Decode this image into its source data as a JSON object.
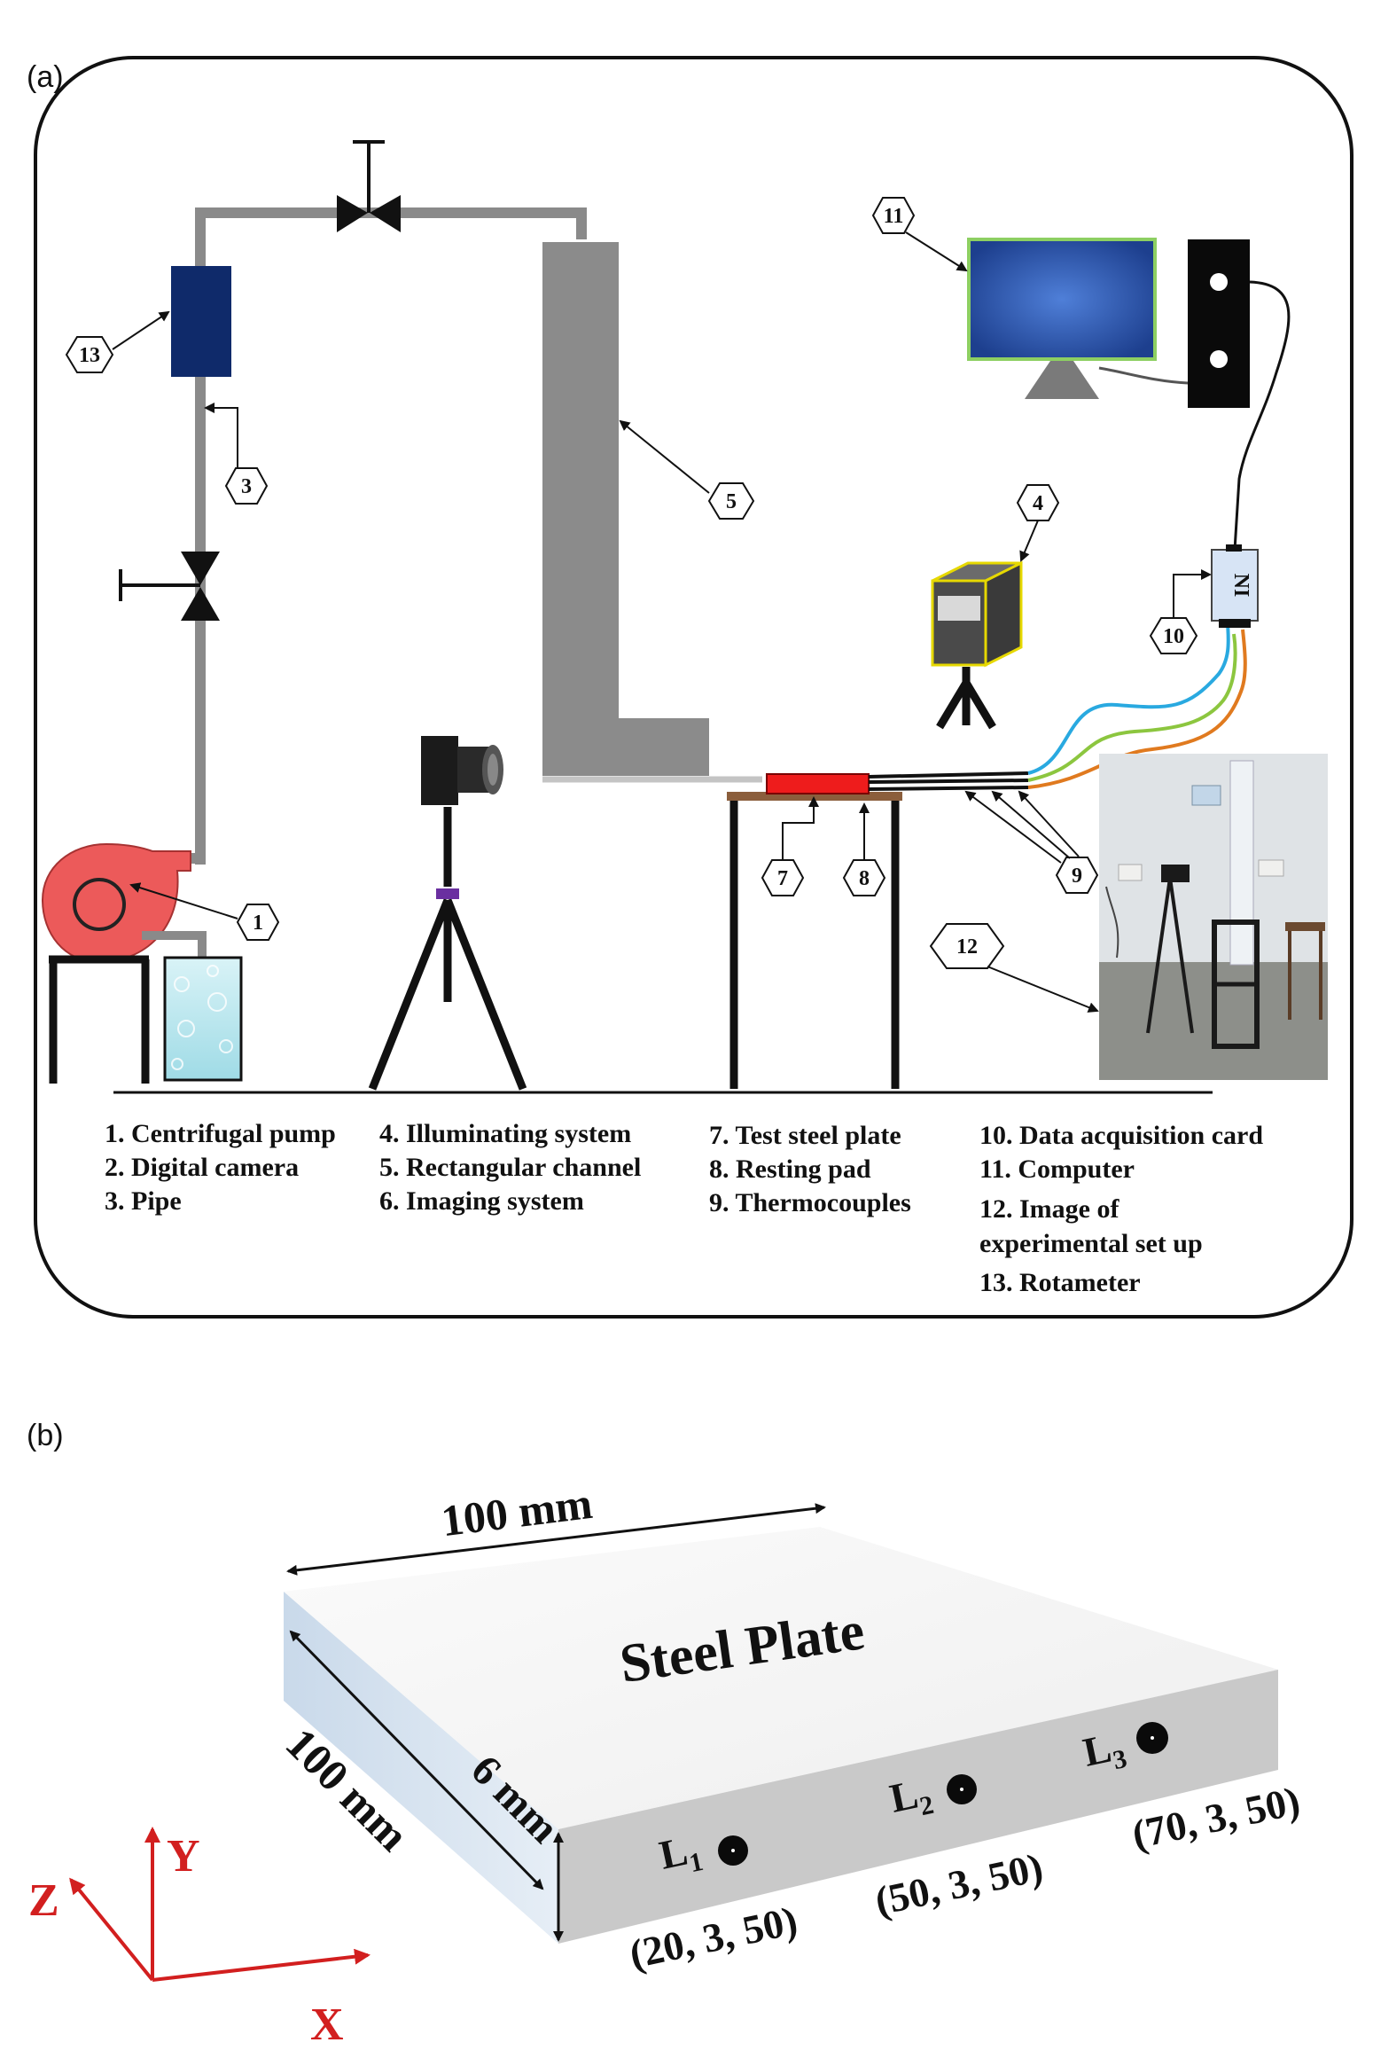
{
  "panel_a": {
    "label": "(a)",
    "callouts": [
      "1",
      "3",
      "4",
      "5",
      "7",
      "8",
      "9",
      "10",
      "11",
      "12",
      "13"
    ],
    "daq_label": "NI",
    "legend": {
      "col1": [
        "1. Centrifugal  pump",
        "2. Digital camera",
        "3. Pipe"
      ],
      "col2": [
        "4. Illuminating system",
        "5. Rectangular channel",
        "6. Imaging system"
      ],
      "col3": [
        "7. Test steel plate",
        "8. Resting pad",
        "9. Thermocouples"
      ],
      "col4": [
        "10. Data acquisition card",
        "11. Computer",
        "12. Image of",
        "experimental set up",
        "13. Rotameter"
      ]
    }
  },
  "panel_b": {
    "label": "(b)",
    "plate_title": "Steel Plate",
    "length_label": "100 mm",
    "width_label": "100 mm",
    "thickness_label": "6 mm",
    "points": [
      {
        "label": "L",
        "sub": "1",
        "coords": "(20, 3, 50)"
      },
      {
        "label": "L",
        "sub": "2",
        "coords": "(50, 3, 50)"
      },
      {
        "label": "L",
        "sub": "3",
        "coords": "(70, 3, 50)"
      }
    ],
    "axes": {
      "x": "X",
      "y": "Y",
      "z": "Z"
    },
    "axis_color": "#d21f1f"
  }
}
